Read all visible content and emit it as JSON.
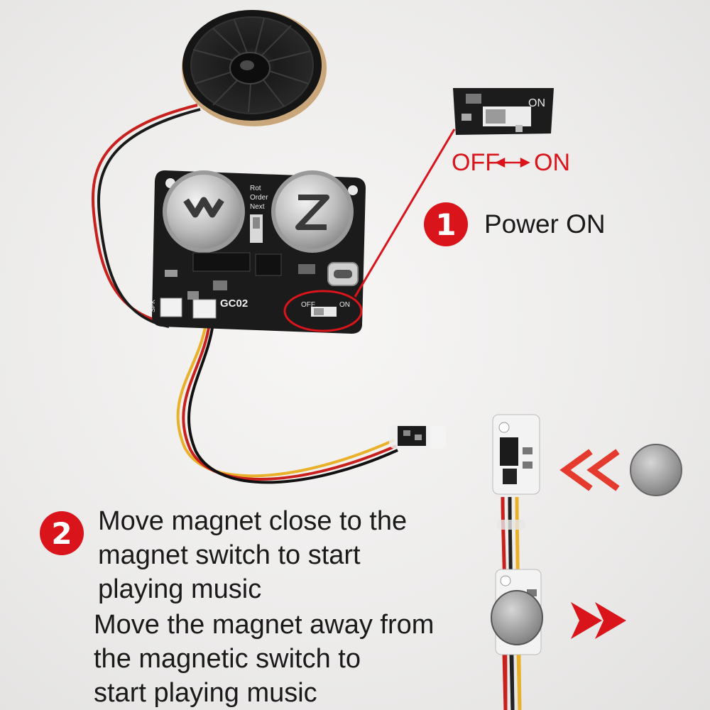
{
  "board": {
    "model": "GC02",
    "mode_labels": [
      "Rot",
      "Order",
      "Next"
    ],
    "spk_label": "SPK",
    "switch_off": "OFF",
    "switch_on": "ON"
  },
  "zoom_switch": {
    "on_label": "ON",
    "off_caption": "OFF",
    "on_caption": "ON"
  },
  "step1": {
    "number": "1",
    "text": "Power ON"
  },
  "step2": {
    "number": "2",
    "lines": [
      "Move magnet close to the",
      "magnet switch to start",
      "playing music",
      "Move the magnet away from",
      "the magnetic switch to",
      "start playing music"
    ]
  },
  "colors": {
    "accent": "#d9141b",
    "pcb": "#1b1b1b",
    "wire_red": "#c8201c",
    "wire_yellow": "#e9b12a"
  }
}
